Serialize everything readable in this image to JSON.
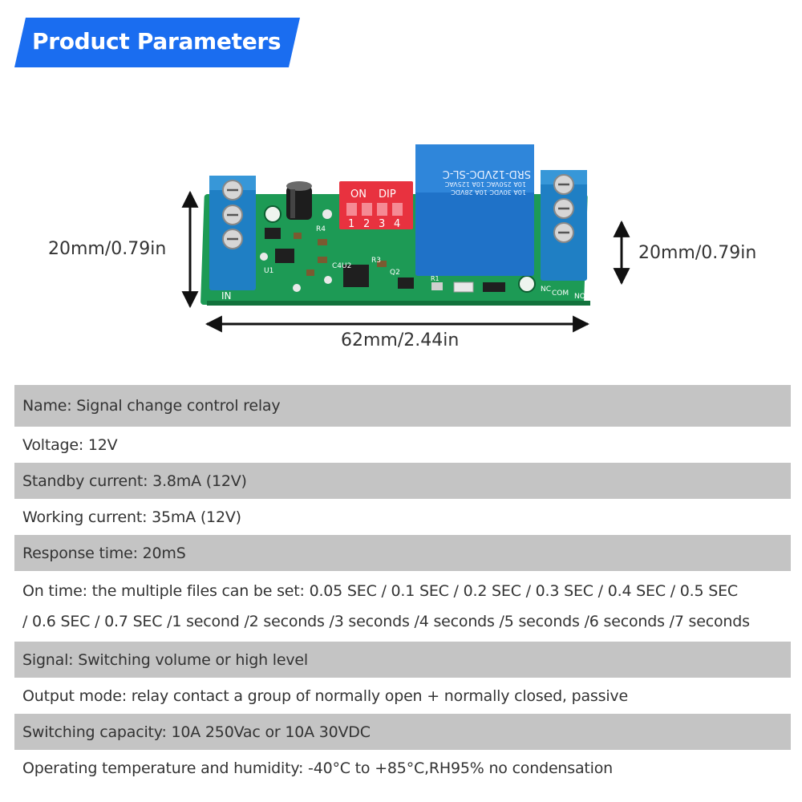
{
  "header": {
    "title": "Product Parameters",
    "color": "#1a6df0"
  },
  "product": {
    "height_label_left": "20mm/0.79in",
    "height_label_right": "20mm/0.79in",
    "width_label": "62mm/2.44in",
    "board_labels": {
      "dip_on": "ON",
      "dip_dip": "DIP",
      "dip_1": "1",
      "dip_2": "2",
      "dip_3": "3",
      "dip_4": "4",
      "relay_line1": "SRD-12VDC-SL-C",
      "relay_line2": "10A 250VAC  10A 125VAC",
      "relay_line3": "10A 30VDC  10A 28VDC",
      "in_label": "IN",
      "nc_label": "NC",
      "com_label": "COM",
      "no_label": "NO",
      "r4": "R4",
      "r3": "R3",
      "r1": "R1",
      "q2": "Q2",
      "c4u2": "C4U2",
      "u1": "U1"
    },
    "colors": {
      "pcb": "#1d9a55",
      "terminal": "#1f7fc4",
      "dip": "#e8323f",
      "relay": "#1f72c8"
    }
  },
  "specs": {
    "name": "Name: Signal change control relay",
    "voltage": "Voltage: 12V",
    "standby": "Standby current: 3.8mA (12V)",
    "working": "Working current: 35mA (12V)",
    "response": "Response time: 20mS",
    "on_time_line1": "On time: the multiple files can be set: 0.05 SEC / 0.1 SEC / 0.2 SEC / 0.3 SEC / 0.4 SEC / 0.5 SEC",
    "on_time_line2": "/ 0.6 SEC / 0.7 SEC /1 second /2 seconds /3 seconds /4 seconds /5 seconds /6 seconds /7 seconds",
    "signal": "Signal: Switching volume or high level",
    "output": "Output mode: relay contact a group of normally open + normally closed, passive",
    "capacity": "Switching capacity: 10A 250Vac or 10A 30VDC",
    "temperature": "Operating temperature and humidity: -40°C to +85°C,RH95% no condensation"
  }
}
